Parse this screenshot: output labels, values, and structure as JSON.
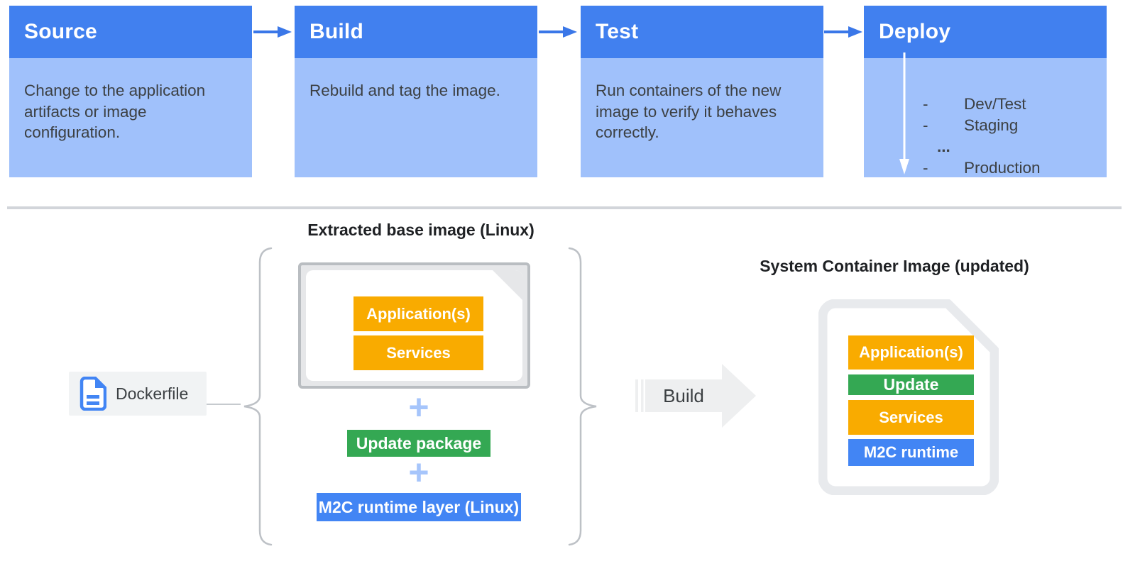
{
  "pipeline": {
    "stages": [
      {
        "title": "Source",
        "description": "Change to the application artifacts or image configuration."
      },
      {
        "title": "Build",
        "description": "Rebuild and tag the image."
      },
      {
        "title": "Test",
        "description": "Run containers of the new image to verify it behaves correctly."
      },
      {
        "title": "Deploy",
        "items": [
          {
            "bullet": "-",
            "label": "Dev/Test"
          },
          {
            "bullet": "-",
            "label": "Staging"
          },
          {
            "bullet": "",
            "label": "..."
          },
          {
            "bullet": "-",
            "label": "Production"
          }
        ]
      }
    ]
  },
  "composition": {
    "base_image": {
      "title": "Extracted base image (Linux)",
      "layers": [
        {
          "label": "Application(s)",
          "color": "#F9AB00"
        },
        {
          "label": "Services",
          "color": "#F9AB00"
        }
      ]
    },
    "plus_sign": "+",
    "update_package": {
      "label": "Update package",
      "color": "#34A853"
    },
    "runtime_layer": {
      "label": "M2C runtime layer (Linux)",
      "color": "#4285F4"
    },
    "dockerfile": {
      "label": "Dockerfile"
    },
    "build_arrow": {
      "label": "Build"
    }
  },
  "result_image": {
    "title": "System Container Image (updated)",
    "layers": [
      {
        "label": "Application(s)",
        "color": "#F9AB00"
      },
      {
        "label": "Update",
        "color": "#34A853"
      },
      {
        "label": "Services",
        "color": "#F9AB00"
      },
      {
        "label": "M2C runtime",
        "color": "#4285F4"
      }
    ]
  },
  "colors": {
    "stage_header_blue": "#4180EF",
    "stage_body_blue": "#A0C1FB",
    "flow_arrow_blue": "#3A77E8",
    "text_dark": "#3C4043",
    "plus_light_blue": "#A6C5FB",
    "neutral_chip_gray": "#F1F3F4",
    "file_border_gray": "#B9BDC1",
    "doc_gray": "#E8EAED"
  }
}
